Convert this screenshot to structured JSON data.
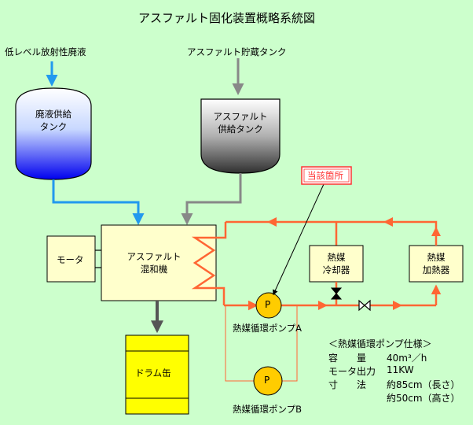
{
  "title": "アスファルト固化装置概略系統図",
  "inputs": {
    "waste": "低レベル放射性廃液",
    "asphalt": "アスファルト貯蔵タンク"
  },
  "tanks": {
    "waste_supply": [
      "廃液供給",
      "タンク"
    ],
    "asphalt_supply": [
      "アスファルト",
      "供給タンク"
    ]
  },
  "equipment": {
    "motor": "モータ",
    "mixer": [
      "アスファルト",
      "混和機"
    ],
    "drum": "ドラム缶",
    "cooler": [
      "熱媒",
      "冷却器"
    ],
    "heater": [
      "熱媒",
      "加熱器"
    ]
  },
  "pumps": {
    "symbol": "P",
    "pump_a": "熱媒循環ポンプA",
    "pump_b": "熱媒循環ポンプB"
  },
  "callout": "当該箇所",
  "spec": {
    "heading": "＜熱媒循環ポンプ仕様＞",
    "rows": [
      {
        "key": "容　　量",
        "value": "40m³／h"
      },
      {
        "key": "モータ出力",
        "value": "11KW"
      },
      {
        "key": "寸　　法",
        "value": "約85cm（長さ）"
      },
      {
        "key": "",
        "value": "約50cm（高さ）"
      }
    ]
  },
  "colors": {
    "background": "#ccffcc",
    "loop": "#ff6633",
    "waste_line": "#2299ee",
    "asphalt_line": "#888888",
    "box_fill": "#ffffcc",
    "drum_fill": "#ffff00",
    "pump_fill": "#ffcc00",
    "callout_border": "#ff3333"
  }
}
